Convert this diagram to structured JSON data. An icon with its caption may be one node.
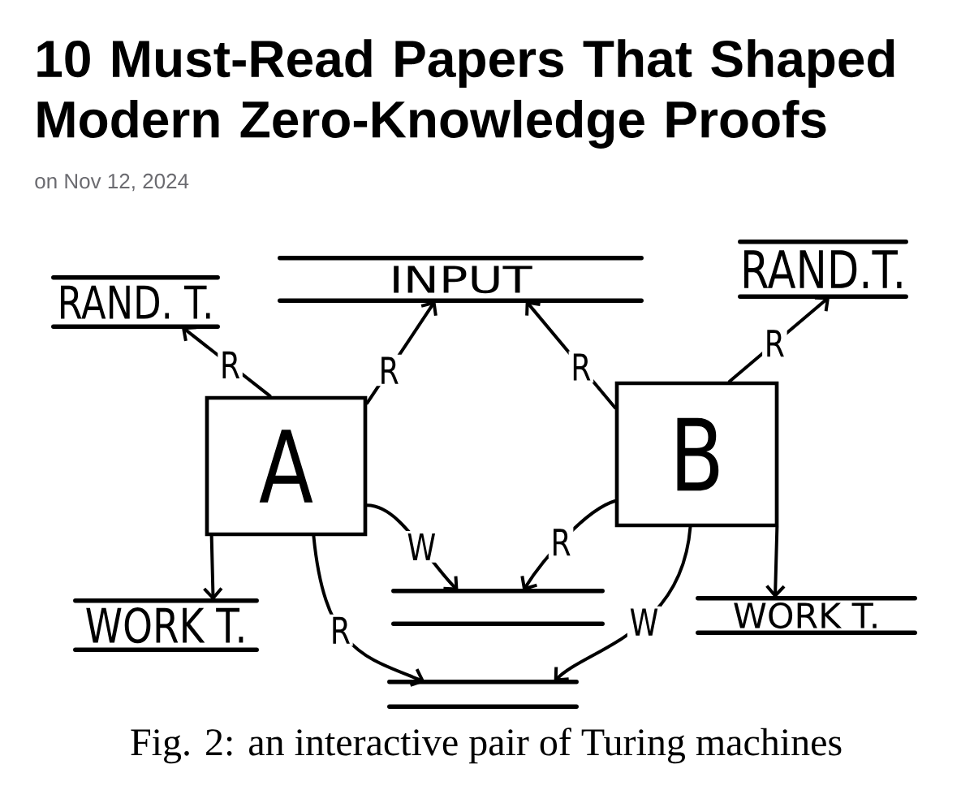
{
  "diagram": {
    "title": "10 Must-Read Papers That Shaped Modern Zero-Knowledge Proofs",
    "caption": "Fig. 2: an interactive pair of Turing machines",
    "nodes": [
      {
        "text": [
          "RAND. T."
        ]
      },
      {
        "text": [
          "INPUT"
        ]
      },
      {
        "text": [
          "RAND.T."
        ]
      },
      {
        "text": [
          "A"
        ]
      },
      {
        "text": [
          "B"
        ]
      },
      {
        "text": [
          "WORK T."
        ]
      },
      {
        "text": [],
        "shape": "band"
      },
      {
        "text": [
          "WORK T."
        ]
      },
      {
        "text": [],
        "shape": "band"
      }
    ],
    "edges": [
      {
        "from": 3,
        "to": 0,
        "arrow": "to",
        "label": "R"
      },
      {
        "from": 3,
        "to": 1,
        "arrow": "to",
        "label": "R"
      },
      {
        "from": 4,
        "to": 1,
        "arrow": "to",
        "label": "R"
      },
      {
        "from": 4,
        "to": 2,
        "arrow": "to",
        "label": "R"
      },
      {
        "from": 3,
        "to": 5,
        "arrow": "to"
      },
      {
        "from": 3,
        "to": 6,
        "arrow": "to",
        "label": "W"
      },
      {
        "from": 4,
        "to": 6,
        "arrow": "to",
        "label": "R"
      },
      {
        "from": 4,
        "to": 7,
        "arrow": "to"
      },
      {
        "from": 3,
        "to": 8,
        "arrow": "to",
        "label": "R"
      },
      {
        "from": 4,
        "to": 8,
        "arrow": "to",
        "label": "W"
      }
    ],
    "labels": [
      "on Nov 12, 2024"
    ]
  }
}
